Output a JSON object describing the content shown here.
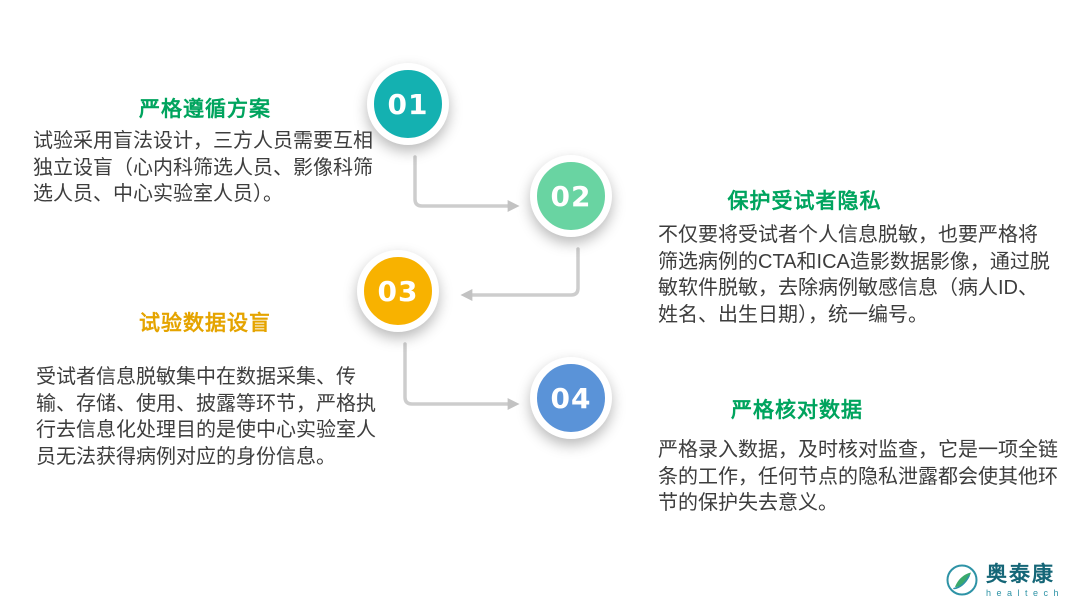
{
  "steps": [
    {
      "number": "01",
      "title": "严格遵循方案",
      "body": "试验采用盲法设计，三方人员需要互相独立设盲（心内科筛选人员、影像科筛选人员、中心实验室人员）。",
      "circle_color": "#14b1b1",
      "title_color": "#00a45e"
    },
    {
      "number": "02",
      "title": "保护受试者隐私",
      "body": "不仅要将受试者个人信息脱敏，也要严格将筛选病例的CTA和ICA造影数据影像，通过脱敏软件脱敏，去除病例敏感信息（病人ID、姓名、出生日期），统一编号。",
      "circle_color": "#69d4a2",
      "title_color": "#00a45e"
    },
    {
      "number": "03",
      "title": "试验数据设盲",
      "body": "受试者信息脱敏集中在数据采集、传输、存储、使用、披露等环节，严格执行去信息化处理目的是使中心实验室人员无法获得病例对应的身份信息。",
      "circle_color": "#f8b200",
      "title_color": "#e5a400"
    },
    {
      "number": "04",
      "title": "严格核对数据",
      "body": "严格录入数据，及时核对监查，它是一项全链条的工作，任何节点的隐私泄露都会使其他环节的保护失去意义。",
      "circle_color": "#5a93d8",
      "title_color": "#00a45e"
    }
  ],
  "connector_color": "#cdcdcd",
  "logo": {
    "name": "奥泰康",
    "subtitle": "healtech",
    "color": "#156677"
  }
}
